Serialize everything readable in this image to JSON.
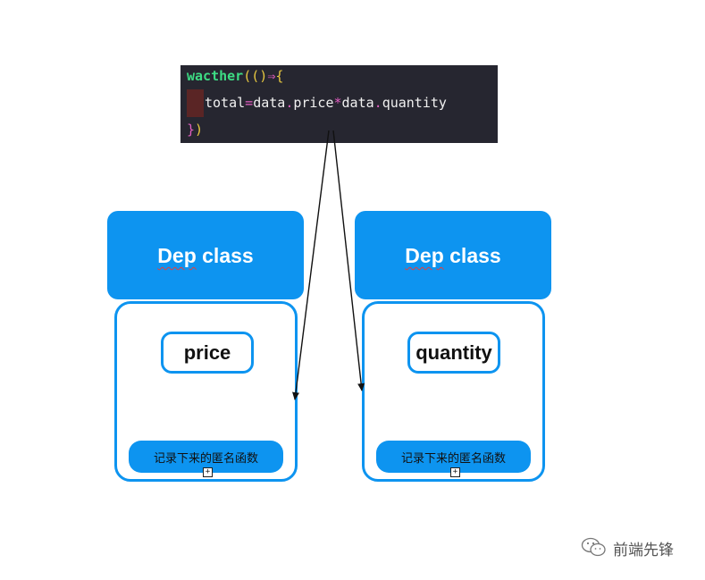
{
  "code": {
    "line1": {
      "keyword": "wacther",
      "parens": "(()",
      "arrow": "⇒",
      "brace": "{"
    },
    "line2": {
      "lhs": "total",
      "eq": "=",
      "a": "data",
      "dot1": ".",
      "b": "price",
      "mul": "*",
      "c": "data",
      "dot2": ".",
      "d": "quantity"
    },
    "line3": {
      "brace": "}",
      "paren": ")"
    }
  },
  "deps": [
    {
      "title": "Dep class",
      "property": "price",
      "function_label": "记录下来的匿名函数"
    },
    {
      "title": "Dep class",
      "property": "quantity",
      "function_label": "记录下来的匿名函数"
    }
  ],
  "expand_glyph": "+",
  "watermark": {
    "text": "前端先锋",
    "icon": "wechat-icon"
  },
  "colors": {
    "accent_blue": "#0d94f0",
    "code_bg": "#262630",
    "keyword_green": "#3ddc84",
    "paren_yellow": "#e8c840",
    "operator_pink": "#e05ec0"
  }
}
